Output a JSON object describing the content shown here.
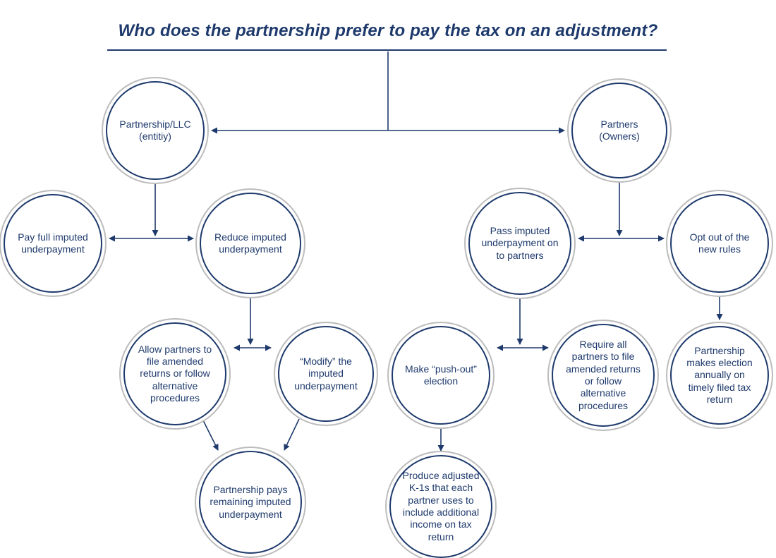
{
  "title": "Who does the partnership prefer to pay the tax on an adjustment?",
  "colors": {
    "navy": "#1e3a6c",
    "ring_gray": "#bcbcbc",
    "background": "#ffffff"
  },
  "nodes": {
    "partnership_llc": {
      "label": "Partnership/LLC (entitiy)"
    },
    "partners": {
      "label": "Partners (Owners)"
    },
    "pay_full": {
      "label": "Pay full imputed underpayment"
    },
    "reduce": {
      "label": "Reduce imputed underpayment"
    },
    "pass_imputed": {
      "label": "Pass imputed underpayment on to partners"
    },
    "opt_out": {
      "label": "Opt out of the new rules"
    },
    "allow_amended": {
      "label": "Allow partners to file amended returns or follow alternative procedures"
    },
    "modify": {
      "label": "“Modify” the imputed underpayment"
    },
    "push_out": {
      "label": "Make “push-out” election"
    },
    "require_amended": {
      "label": "Require all partners to file amended returns or follow alternative procedures"
    },
    "annual_election": {
      "label": "Partnership makes election annually on timely filed tax return"
    },
    "pays_remaining": {
      "label": "Partnership pays remaining imputed underpayment"
    },
    "adjusted_k1s": {
      "label": "Produce adjusted K-1s that each partner uses to include additional income on tax return"
    }
  }
}
